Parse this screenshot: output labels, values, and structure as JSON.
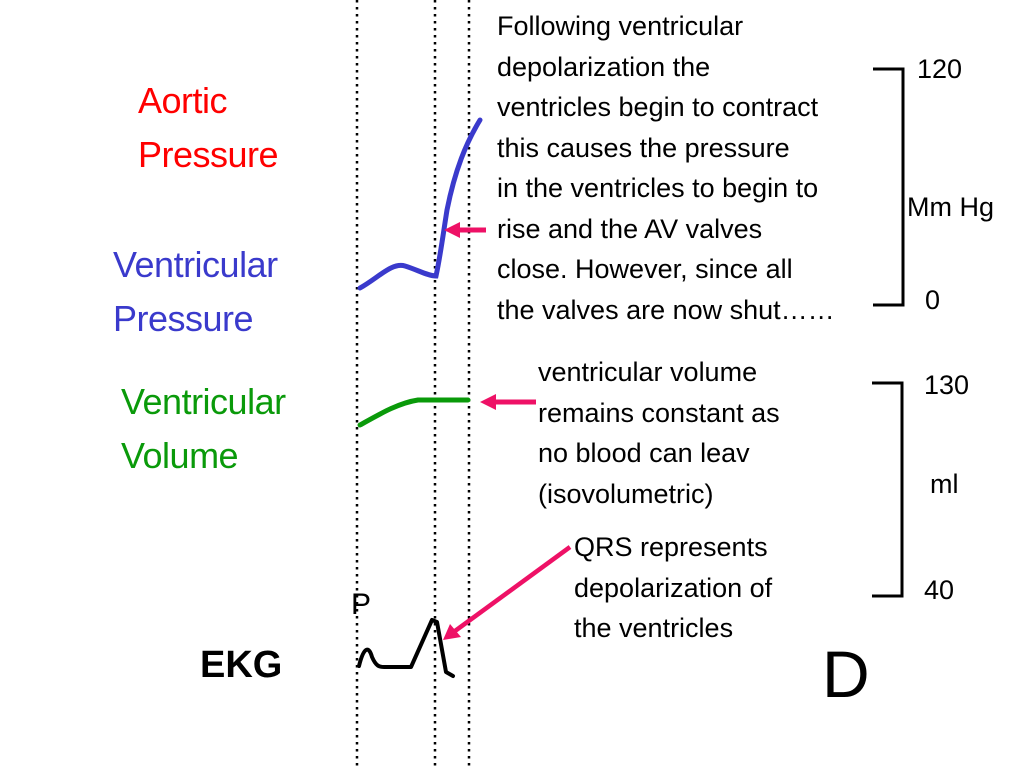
{
  "labels": {
    "aortic_pressure": [
      "Aortic",
      "Pressure"
    ],
    "ventricular_pressure": [
      "Ventricular",
      "Pressure"
    ],
    "ventricular_volume": [
      "Ventricular",
      "Volume"
    ],
    "ekg": "EKG",
    "p_wave": "P",
    "panel": "D"
  },
  "annotations": {
    "pressure": [
      "Following ventricular",
      "depolarization the",
      "ventricles begin to contract",
      "this causes the pressure",
      "in the ventricles to begin to",
      "rise and the AV valves",
      "close.  However, since all",
      "the valves are now shut……"
    ],
    "volume": [
      "ventricular volume",
      "remains constant as",
      "no blood can leav",
      "(isovolumetric)"
    ],
    "qrs": [
      "QRS represents",
      "depolarization of",
      "the ventricles"
    ]
  },
  "scales": {
    "pressure": {
      "max": "120",
      "min": "0",
      "unit": "Mm Hg"
    },
    "volume": {
      "max": "130",
      "min": "40",
      "unit": "ml"
    }
  },
  "colors": {
    "aortic": "#ff0000",
    "ventricular_pressure": "#3a3acc",
    "ventricular_volume": "#0a9a0a",
    "arrow": "#ee1166",
    "ekg": "#000000"
  }
}
